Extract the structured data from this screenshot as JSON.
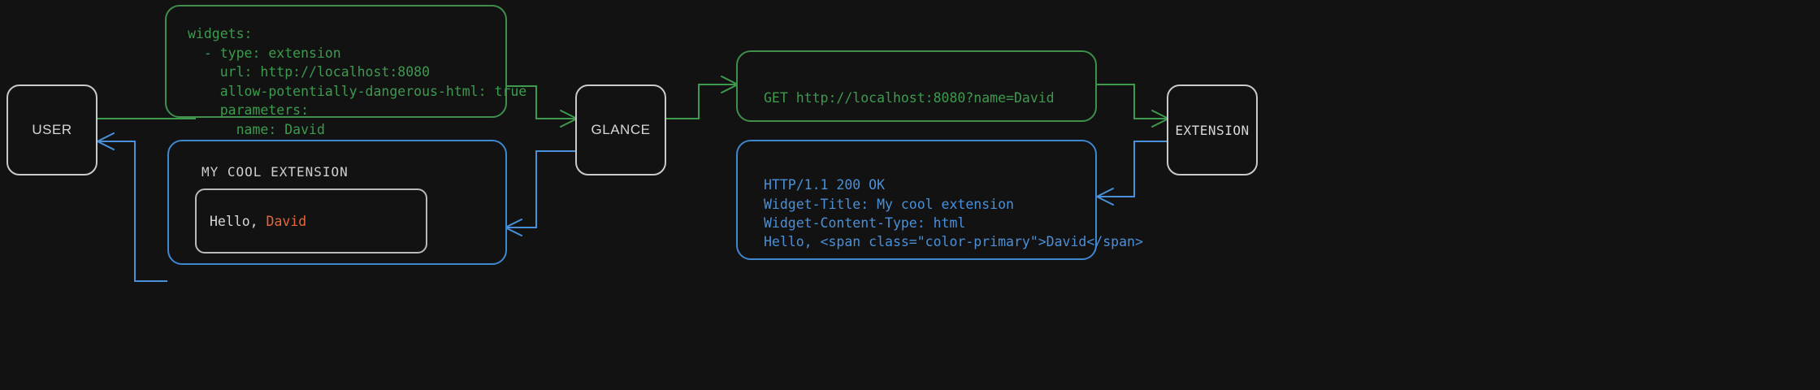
{
  "theme": {
    "background": "#121212",
    "request_color": "#3d9a4e",
    "response_color": "#4a90d9",
    "node_border": "#c9c9c9",
    "node_text": "#d8d8d8",
    "accent_primary": "#e8663a"
  },
  "nodes": {
    "user": "USER",
    "glance": "GLANCE",
    "extension": "EXTENSION"
  },
  "config_box": {
    "yaml": "widgets:\n  - type: extension\n    url: http://localhost:8080\n    allow-potentially-dangerous-html: true\n    parameters:\n      name: David"
  },
  "request_box": {
    "request_line": "GET http://localhost:8080?name=David"
  },
  "response_box": {
    "headers": "HTTP/1.1 200 OK\nWidget-Title: My cool extension\nWidget-Content-Type: html",
    "body": "Hello, <span class=\"color-primary\">David</span>"
  },
  "widget_preview": {
    "title": "MY COOL EXTENSION",
    "greeting": "Hello, ",
    "name": "David"
  }
}
